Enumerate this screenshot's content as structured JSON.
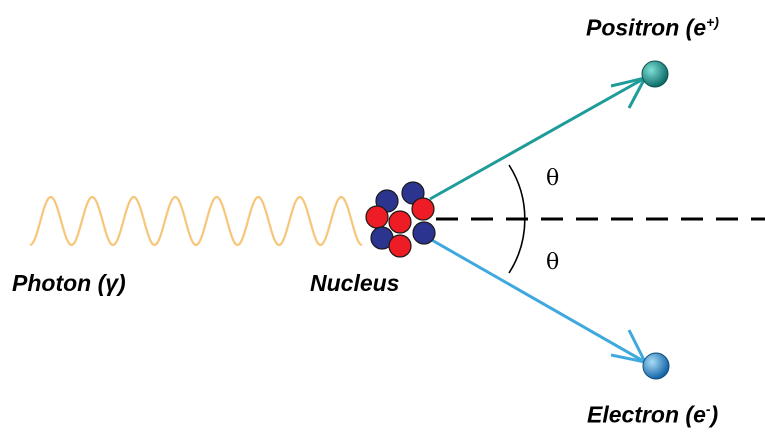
{
  "labels": {
    "photon": "Photon (γ)",
    "nucleus": "Nucleus",
    "positron": "Positron (e",
    "positron_sup": "+)",
    "electron": "Electron (e",
    "electron_sup": "-",
    "electron_close": ")",
    "theta_top": "θ",
    "theta_bottom": "θ"
  },
  "colors": {
    "photon_wave": "#f6c67a",
    "positron_line": "#1f9c9a",
    "positron_ball": "#1a8f8a",
    "electron_line": "#3fa9df",
    "electron_ball": "#2a8fd2",
    "proton": "#ee1c24",
    "neutron": "#2b3590",
    "axis": "#000000"
  },
  "icons": [
    "photon-wave-icon",
    "nucleus-icon",
    "positron-particle-icon",
    "electron-particle-icon"
  ]
}
